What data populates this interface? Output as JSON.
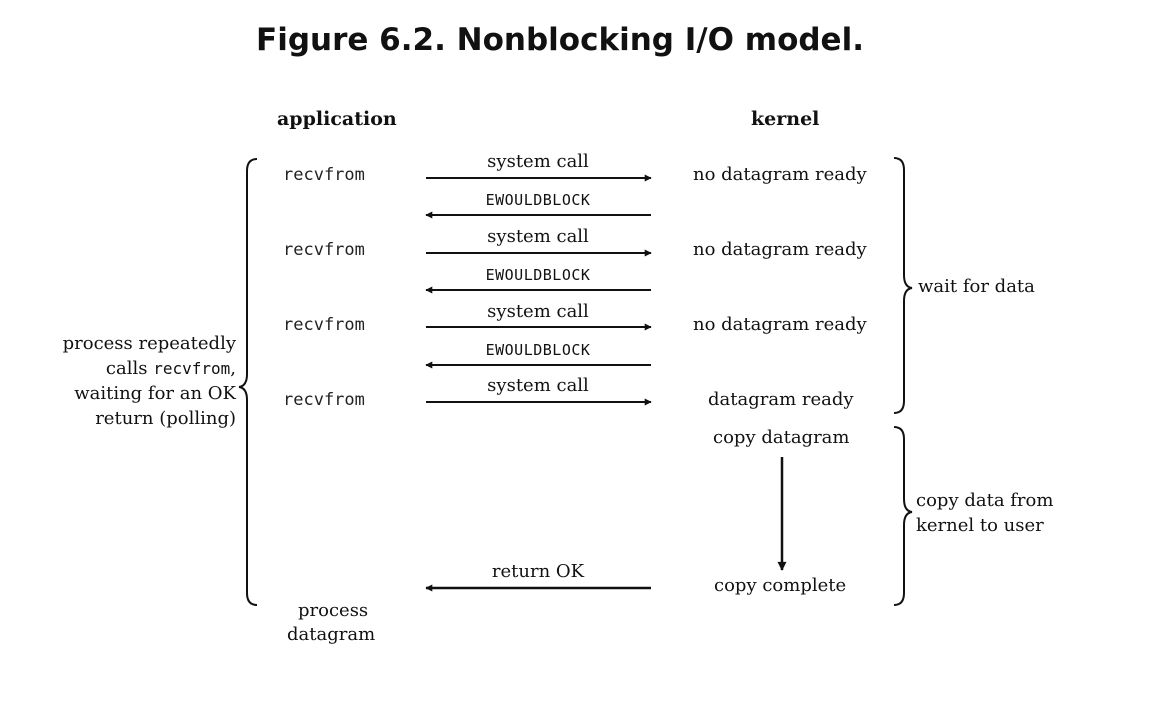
{
  "title": "Figure 6.2. Nonblocking I/O model.",
  "headers": {
    "application": "application",
    "kernel": "kernel"
  },
  "rows": [
    {
      "app_call": "recvfrom",
      "request_label": "system call",
      "reply_label": "EWOULDBLOCK",
      "kernel_state": "no datagram ready"
    },
    {
      "app_call": "recvfrom",
      "request_label": "system call",
      "reply_label": "EWOULDBLOCK",
      "kernel_state": "no datagram ready"
    },
    {
      "app_call": "recvfrom",
      "request_label": "system call",
      "reply_label": "EWOULDBLOCK",
      "kernel_state": "no datagram ready"
    },
    {
      "app_call": "recvfrom",
      "request_label": "system call",
      "kernel_state": "datagram ready"
    }
  ],
  "copy": {
    "start": "copy datagram",
    "end": "copy complete",
    "return_label": "return OK"
  },
  "left_note": {
    "line1": "process repeatedly",
    "line2_prefix": "calls ",
    "line2_code": "recvfrom",
    "line2_suffix": ",",
    "line3": "waiting for an OK",
    "line4": "return (polling)"
  },
  "final_step": {
    "line1": "process",
    "line2": "datagram"
  },
  "phases": {
    "wait": "wait for data",
    "copy_line1": "copy data from",
    "copy_line2": "kernel to user"
  }
}
